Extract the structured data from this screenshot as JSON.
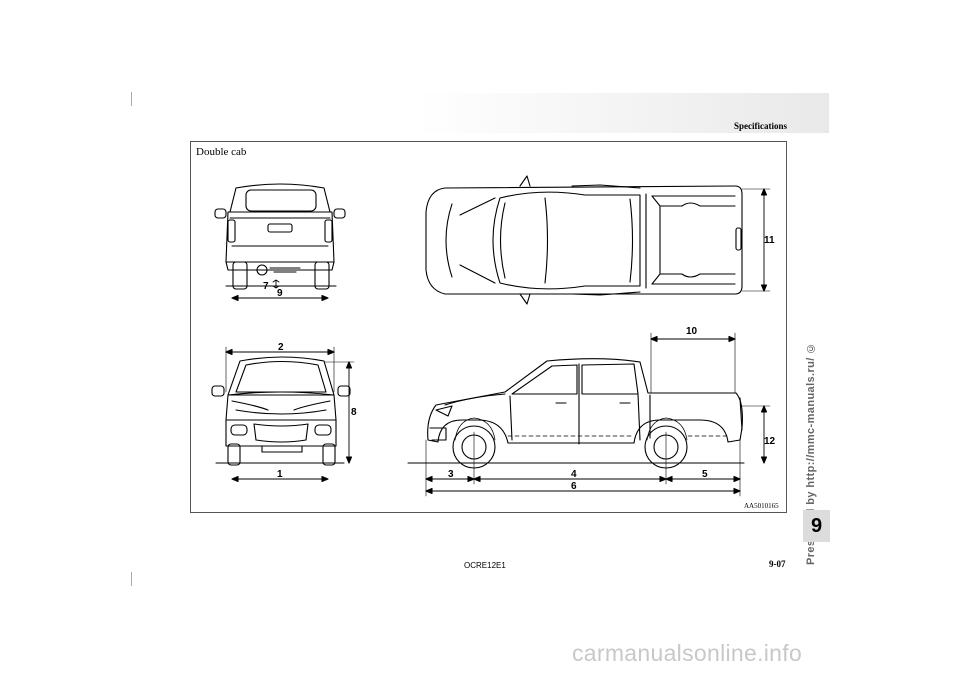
{
  "header": {
    "section_title": "Specifications"
  },
  "figure": {
    "title": "Double cab",
    "code": "AA5010165",
    "dimension_labels": {
      "d1": "1",
      "d2": "2",
      "d3": "3",
      "d4": "4",
      "d5": "5",
      "d6": "6",
      "d7": "7",
      "d8": "8",
      "d9": "9",
      "d10": "10",
      "d11": "11",
      "d12": "12"
    }
  },
  "footer": {
    "doc_code": "OCRE12E1",
    "page_number": "9-07",
    "chapter_tab": "9",
    "side_credit": "Presented by http://mmc-manuals.ru/ ©",
    "watermark": "carmanualsonline.info"
  }
}
